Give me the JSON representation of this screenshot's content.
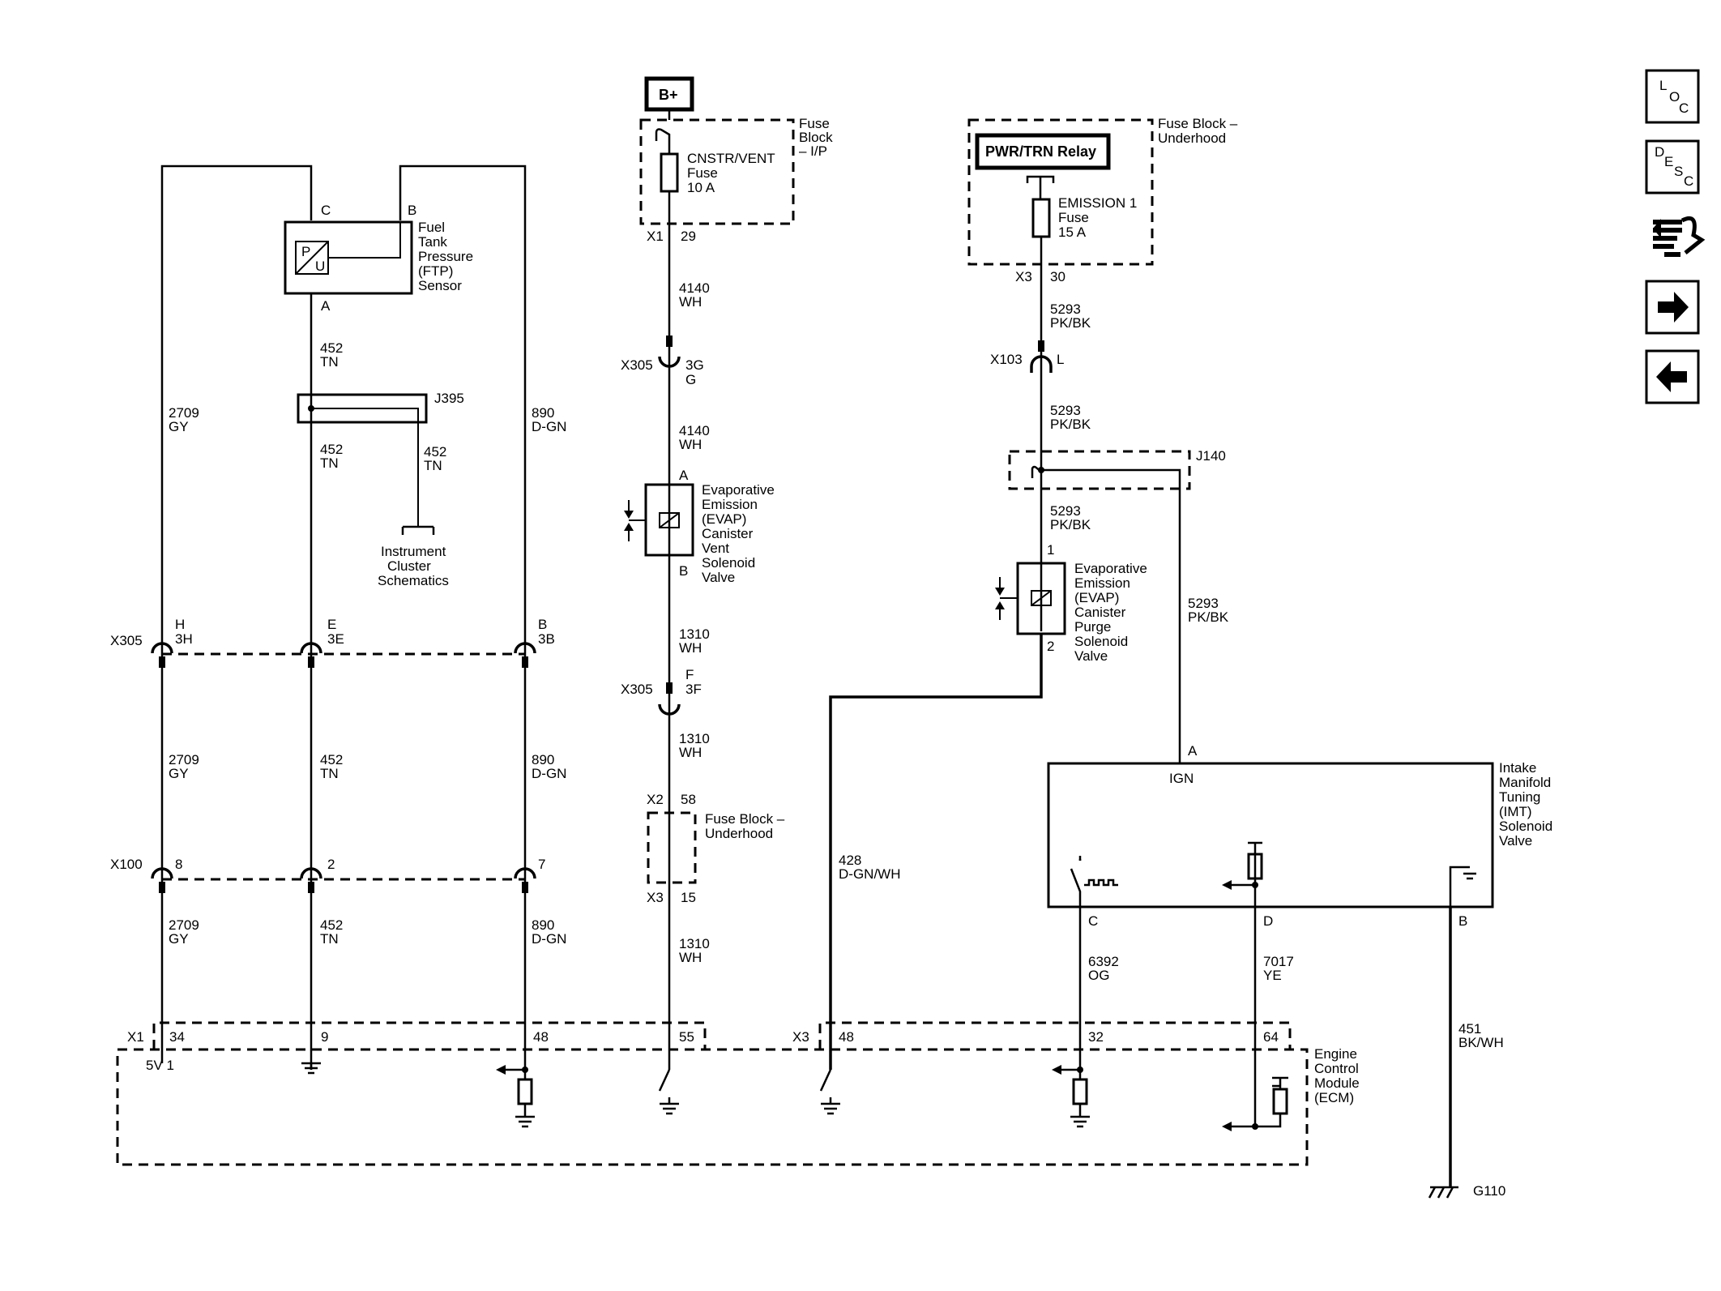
{
  "power": {
    "b_plus": "B+",
    "relay": "PWR/TRN Relay"
  },
  "fuse_ip": {
    "block": [
      "Fuse",
      "Block",
      "– I/P"
    ],
    "fuse": [
      "CNSTR/VENT",
      "Fuse",
      "10 A"
    ],
    "conn": "X1",
    "pin": "29"
  },
  "fuse_uh": {
    "block": [
      "Fuse Block –",
      "Underhood"
    ],
    "fuse": [
      "EMISSION 1",
      "Fuse",
      "15 A"
    ],
    "conn": "X3",
    "pin": "30"
  },
  "ftp_sensor": {
    "label": [
      "Fuel",
      "Tank",
      "Pressure",
      "(FTP)",
      "Sensor"
    ],
    "pin_c": "C",
    "pin_b": "B",
    "pin_a": "A",
    "sym_p": "P",
    "sym_u": "U"
  },
  "j395": {
    "name": "J395",
    "wire_in": [
      "452",
      "TN"
    ],
    "wire_out": [
      "452",
      "TN"
    ],
    "wire_side": [
      "452",
      "TN"
    ],
    "dest": [
      "Instrument",
      "Cluster",
      "Schematics"
    ]
  },
  "x305_left": {
    "conn": "X305",
    "pins": [
      [
        "H",
        "3H"
      ],
      [
        "E",
        "3E"
      ],
      [
        "B",
        "3B"
      ]
    ]
  },
  "x100": {
    "conn": "X100",
    "pins": [
      "8",
      "2",
      "7"
    ]
  },
  "left_wires": {
    "w2709": [
      "2709",
      "GY"
    ],
    "w452": [
      "452",
      "TN"
    ],
    "w890": [
      "890",
      "D-GN"
    ]
  },
  "vent_path": {
    "w4140": [
      "4140",
      "WH"
    ],
    "x305_conn": "X305",
    "x305_g": [
      "3G",
      "G"
    ],
    "valve_pin_a": "A",
    "valve_pin_b": "B",
    "valve_label": [
      "Evaporative",
      "Emission",
      "(EVAP)",
      "Canister",
      "Vent",
      "Solenoid",
      "Valve"
    ],
    "w1310": [
      "1310",
      "WH"
    ],
    "x305_f": [
      "F",
      "3F"
    ],
    "x2": "X2",
    "x2_pin": "58",
    "fuse_block": [
      "Fuse Block –",
      "Underhood"
    ],
    "x3": "X3",
    "x3_pin": "15"
  },
  "purge_path": {
    "w5293": [
      "5293",
      "PK/BK"
    ],
    "x103": "X103",
    "x103_pin": "L",
    "j140": "J140",
    "valve_pin_1": "1",
    "valve_pin_2": "2",
    "valve_label": [
      "Evaporative",
      "Emission",
      "(EVAP)",
      "Canister",
      "Purge",
      "Solenoid",
      "Valve"
    ],
    "w428": [
      "428",
      "D-GN/WH"
    ]
  },
  "imt": {
    "label": [
      "Intake",
      "Manifold",
      "Tuning",
      "(IMT)",
      "Solenoid",
      "Valve"
    ],
    "ign": "IGN",
    "pin_a": "A",
    "pin_c": "C",
    "pin_d": "D",
    "pin_b": "B",
    "w6392": [
      "6392",
      "OG"
    ],
    "w7017": [
      "7017",
      "YE"
    ],
    "w451": [
      "451",
      "BK/WH"
    ],
    "ground": "G110"
  },
  "ecm": {
    "label": [
      "Engine",
      "Control",
      "Module",
      "(ECM)"
    ],
    "x1": "X1",
    "x3": "X3",
    "x1_pins": [
      "34",
      "9",
      "48",
      "55"
    ],
    "x3_pins": [
      "48",
      "32",
      "64"
    ],
    "v5": "5V 1"
  },
  "nav": {
    "loc": [
      "L",
      "O",
      "C"
    ],
    "desc": [
      "D",
      "E",
      "S",
      "C"
    ],
    "icons": [
      "connector-icon",
      "forward-arrow-icon",
      "back-arrow-icon"
    ]
  }
}
